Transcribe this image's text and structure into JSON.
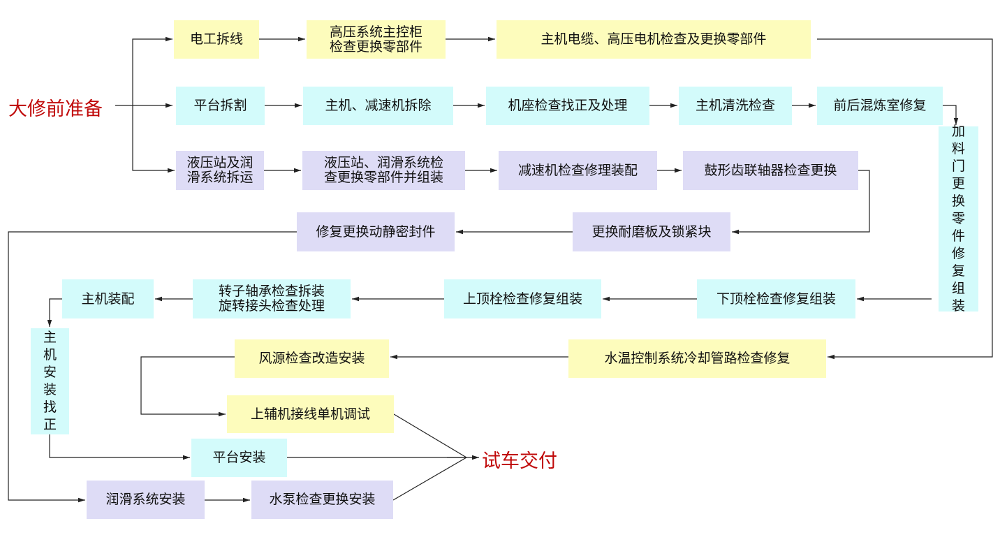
{
  "labels": {
    "start": "大修前准备",
    "finish": "试车交付"
  },
  "colors": {
    "yellow": "#fdfcbc",
    "cyan": "#d3fbfb",
    "lavender": "#dedcf6",
    "title_red": "#c00a0a",
    "line": "#222222"
  },
  "steps": {
    "electric_disconnect": "电工拆线",
    "hv_cabinet": "高压系统主控柜\n检查更换零部件",
    "main_cable_motor": "主机电缆、高压电机检查及更换零部件",
    "platform_cut": "平台拆割",
    "main_reducer_remove": "主机、减速机拆除",
    "base_align": "机座检查找正及处理",
    "main_clean": "主机清洗检查",
    "mixing_chamber": "前后混炼室修复",
    "feed_door": "加料门更换零件修复组装",
    "hydraulic_remove": "液压站及润\n滑系统拆运",
    "hydraulic_check": "液压站、润滑系统检\n查更换零部件并组装",
    "reducer_repair": "减速机检查修理装配",
    "coupling_replace": "鼓形齿联轴器检查更换",
    "seal_repair": "修复更换动静密封件",
    "wear_plate": "更换耐磨板及锁紧块",
    "main_assembly": "主机装配",
    "rotor_bearing": "转子轴承检查拆装\n旋转接头检查处理",
    "upper_bolt": "上顶栓检查修复组装",
    "lower_bolt": "下顶栓检查修复组装",
    "main_install_align": "主机安装找正",
    "air_source": "风源检查改造安装",
    "water_temp": "水温控制系统冷却管路检查修复",
    "aux_wiring": "上辅机接线单机调试",
    "platform_install": "平台安装",
    "lube_install": "润滑系统安装",
    "pump_install": "水泵检查更换安装"
  }
}
